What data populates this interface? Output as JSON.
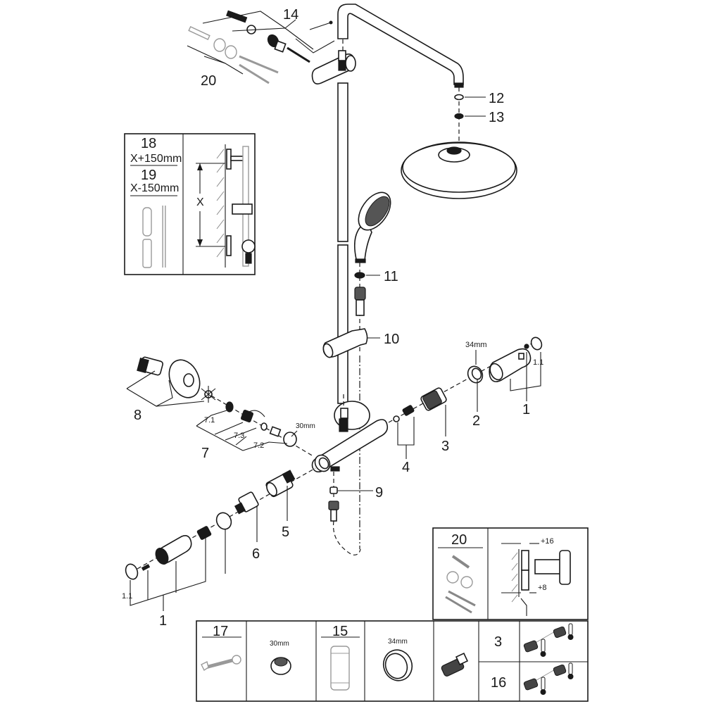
{
  "diagram": {
    "title_hidden": "",
    "callouts": {
      "p1_right": "1",
      "p1_1_right": "1.1",
      "p2": "2",
      "p2_size": "34mm",
      "p3": "3",
      "p4": "4",
      "p5": "5",
      "p6": "6",
      "p7": "7",
      "p7_1": "7.1",
      "p7_2": "7.2",
      "p7_3": "7.3",
      "p7_size": "30mm",
      "p8": "8",
      "p9": "9",
      "p10": "10",
      "p11": "11",
      "p12": "12",
      "p13": "13",
      "p14": "14",
      "p20_top": "20",
      "p1_left": "1",
      "p1_1_left": "1.1"
    },
    "inset_extension": {
      "item_18": "18",
      "item_18_desc": "X+150mm",
      "item_19": "19",
      "item_19_desc": "X-150mm",
      "dimension_label": "X"
    },
    "inset_wall": {
      "item": "20",
      "offset_top": "+16",
      "offset_bottom": "+8"
    },
    "bottom_table": {
      "item_17": "17",
      "nut_size": "30mm",
      "item_15": "15",
      "ring_size": "34mm",
      "item_3": "3",
      "item_16": "16"
    },
    "icons": [
      "wrench-icon",
      "hex-nut-icon",
      "thread-ring-icon",
      "cartridge-icon",
      "thermometer-icon",
      "sleeve-icon"
    ]
  }
}
